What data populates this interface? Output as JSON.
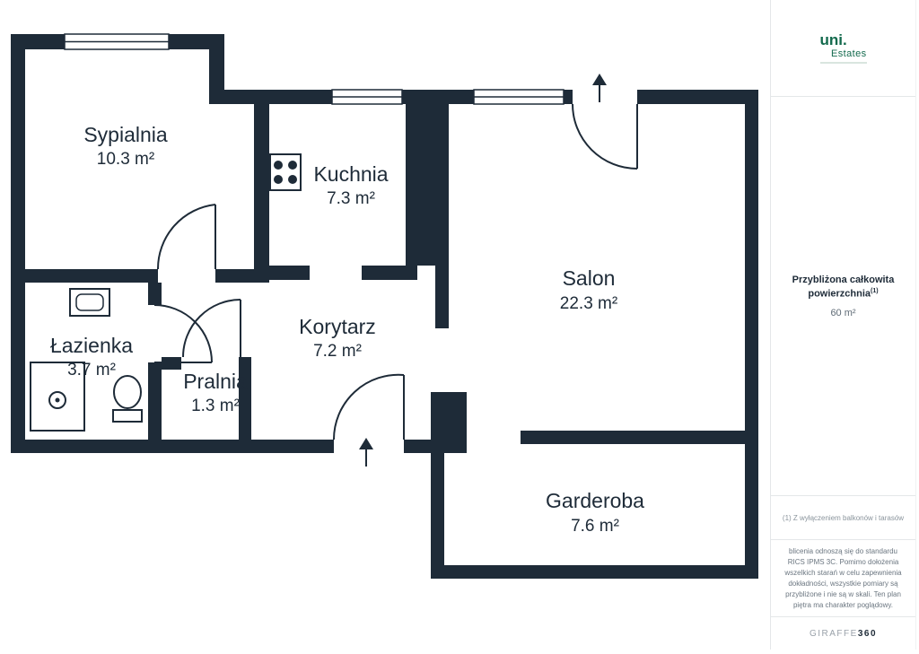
{
  "page": {
    "wall_color": "#1e2b38",
    "accent_green": "#136a4d",
    "background": "#ffffff"
  },
  "floorplan": {
    "rooms": [
      {
        "name": "Sypialnia",
        "area": "10.3 m²"
      },
      {
        "name": "Kuchnia",
        "area": "7.3 m²"
      },
      {
        "name": "Salon",
        "area": "22.3 m²"
      },
      {
        "name": "Łazienka",
        "area": "3.7 m²"
      },
      {
        "name": "Pralnia",
        "area": "1.3 m²"
      },
      {
        "name": "Korytarz",
        "area": "7.2 m²"
      },
      {
        "name": "Garderoba",
        "area": "7.6 m²"
      }
    ]
  },
  "sidebar": {
    "logo": {
      "brand": "uni.",
      "sub": "Estates"
    },
    "area_summary": {
      "title_line1": "Przybliżona całkowita",
      "title_line2": "powierzchnia",
      "title_sup": "(1)",
      "value": "60 m²"
    },
    "footnote": "(1) Z wyłączeniem balkonów i tarasów",
    "disclaimer": "blicenia odnoszą się do standardu RICS IPMS 3C. Pomimo dołożenia wszelkich starań w celu zapewnienia dokładności, wszystkie pomiary są przybliżone i nie są w skali. Ten plan piętra ma charakter poglądowy.",
    "brand_footer": {
      "name": "GIRAFFE",
      "suffix": "360"
    }
  }
}
